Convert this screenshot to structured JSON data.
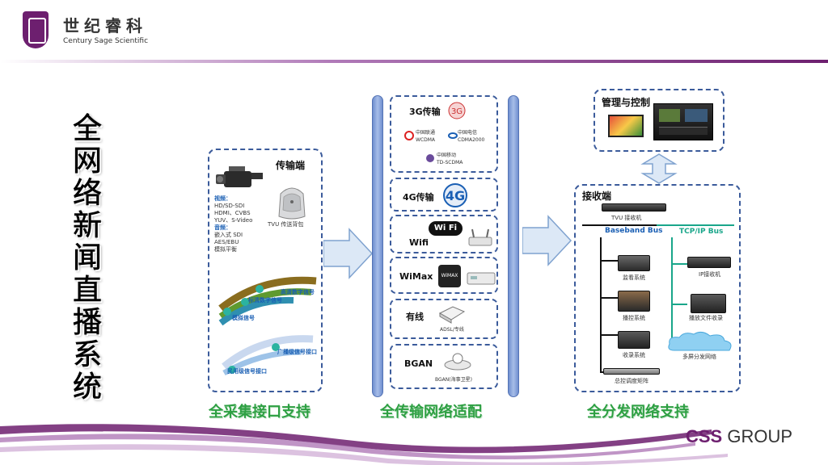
{
  "header": {
    "brand_cn": "世纪睿科",
    "brand_en": "Century Sage Scientific"
  },
  "title_vertical": [
    "全",
    "网",
    "络",
    "新",
    "闻",
    "直",
    "播",
    "系",
    "统"
  ],
  "left_panel": {
    "title": "传输端",
    "backpack_label": "TVU 传送背包",
    "video_heading": "视频：",
    "video_lines": [
      "HD/SD-SDI",
      "HDMI、CVBS",
      "YUV、S-Video"
    ],
    "audio_heading": "音频：",
    "audio_lines": [
      "嵌入式 SDI",
      "AES/EBU",
      "模拟平衡"
    ],
    "arrows": [
      "高清数字信号",
      "标清数字信号",
      "模拟信号",
      "广播级信号接口",
      "民用级信号接口"
    ],
    "caption": "全采集接口支持"
  },
  "middle": {
    "g3": {
      "label": "3G传输",
      "carriers": [
        "中国联通\nWCDMA",
        "中国电信\nCDMA2000",
        "中国移动\nTD-SCDMA"
      ]
    },
    "g4": {
      "label": "4G传输"
    },
    "wifi": {
      "label": "Wifi",
      "logo": "Wi Fi"
    },
    "wimax": {
      "label": "WiMax",
      "logo": "WiMAX"
    },
    "wired": {
      "label": "有线",
      "device": "ADSL/专线"
    },
    "bgan": {
      "label": "BGAN",
      "device": "BGAN(海事卫星)"
    },
    "caption": "全传输网络适配"
  },
  "right": {
    "mgmt_title": "管理与控制",
    "recv_title": "接收端",
    "tvu_receiver": "TVU 接收机",
    "baseband_bus": "Baseband Bus",
    "tcpip_bus": "TCP/IP Bus",
    "baseband_items": [
      "监看系统",
      "播控系统",
      "收录系统",
      "总控调度矩阵"
    ],
    "ip_items": [
      "IP接收机",
      "播放文件收录",
      "多屏分发网络"
    ],
    "caption": "全分发网络支持"
  },
  "footer": {
    "brand_part1": "CSS",
    "brand_part2": "GROUP"
  },
  "colors": {
    "accent_purple": "#6d1f6f",
    "panel_border": "#3b5b9b",
    "caption_green": "#2ea043",
    "bus_blue": "#1a5fb4",
    "bus_teal": "#19a68a"
  }
}
